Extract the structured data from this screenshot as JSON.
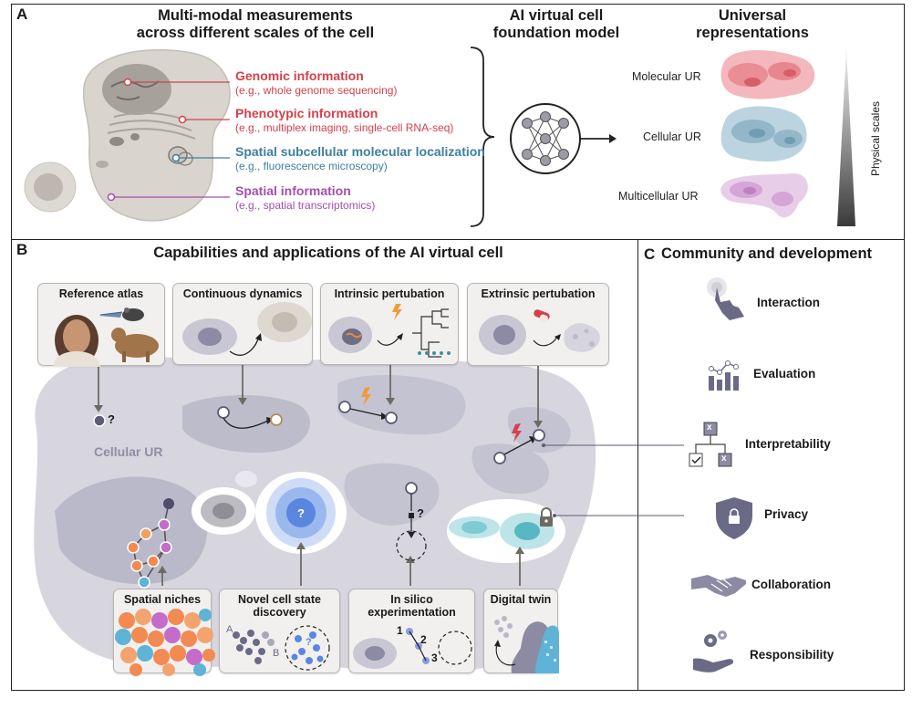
{
  "panelA": {
    "letter": "A",
    "title_left_1": "Multi-modal measurements",
    "title_left_2": "across different scales of the cell",
    "title_mid_1": "AI virtual cell",
    "title_mid_2": "foundation model",
    "title_right_1": "Universal",
    "title_right_2": "representations",
    "info": [
      {
        "heading": "Genomic information",
        "sub": "(e.g., whole genome sequencing)",
        "color": "#d6404a"
      },
      {
        "heading": "Phenotypic information",
        "sub": "(e.g., multiplex imaging, single-cell RNA-seq)",
        "color": "#d6404a"
      },
      {
        "heading": "Spatial subcellular molecular localization",
        "sub": "(e.g., fluorescence microscopy)",
        "color": "#3d7fa0"
      },
      {
        "heading": "Spatial information",
        "sub": "(e.g., spatial transcriptomics)",
        "color": "#a54db0"
      }
    ],
    "ur_labels": [
      "Molecular UR",
      "Cellular UR",
      "Multicellular UR"
    ],
    "scale_label": "Physical scales"
  },
  "panelB": {
    "letter": "B",
    "title": "Capabilities and applications of the AI virtual cell",
    "cellular_ur_label": "Cellular UR",
    "top_boxes": [
      "Reference atlas",
      "Continuous dynamics",
      "Intrinsic pertubation",
      "Extrinsic pertubation"
    ],
    "bottom_boxes": {
      "spatial_niches": "Spatial niches",
      "novel_1": "Novel cell state",
      "novel_2": "discovery",
      "insilico_1": "In silico",
      "insilico_2": "experimentation",
      "digital_twin": "Digital twin"
    },
    "question_mark": "?",
    "letters": {
      "a": "A",
      "b": "B"
    },
    "steps": [
      "1",
      "2",
      "3"
    ],
    "icon_x": "x"
  },
  "panelC": {
    "letter": "C",
    "title": "Community and development",
    "items": [
      "Interaction",
      "Evaluation",
      "Interpretability",
      "Privacy",
      "Collaboration",
      "Responsibility"
    ]
  },
  "colors": {
    "red": "#d6404a",
    "blue": "#3d7fa0",
    "purple": "#a54db0",
    "ur_region": "#cfcdd8",
    "ur_dark": "#a9a7bb",
    "node_fill": "#6b6a86"
  }
}
